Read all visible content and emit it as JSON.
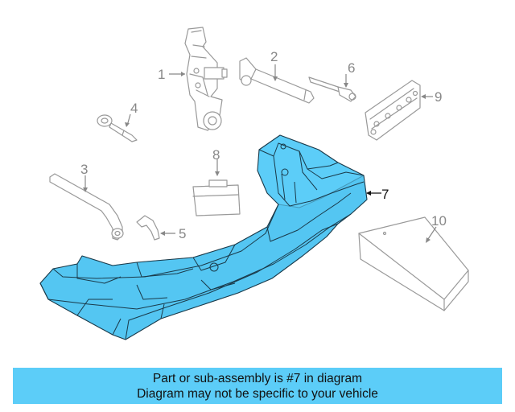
{
  "callouts": {
    "c1": "1",
    "c2": "2",
    "c3": "3",
    "c4": "4",
    "c5": "5",
    "c6": "6",
    "c7": "7",
    "c8": "8",
    "c9": "9",
    "c10": "10"
  },
  "highlight": {
    "color": "#5ccdf8",
    "highlighted_part": "7"
  },
  "banner": {
    "line1": "Part or sub-assembly is #7 in diagram",
    "line2": "Diagram may not be specific to your vehicle"
  }
}
